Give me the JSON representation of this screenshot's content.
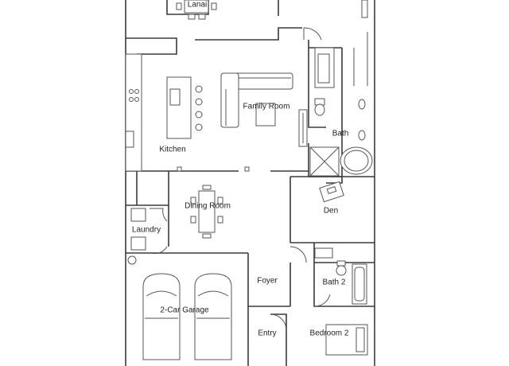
{
  "rooms": {
    "lanai": "Lanai",
    "family_room": "Family Room",
    "kitchen": "Kitchen",
    "bath": "Bath",
    "dining_room": "Dining Room",
    "den": "Den",
    "laundry": "Laundry",
    "foyer": "Foyer",
    "bath_2": "Bath 2",
    "garage": "2-Car Garage",
    "entry": "Entry",
    "bedroom_2": "Bedroom 2"
  },
  "colors": {
    "line": "#3a3a3a",
    "background": "#ffffff"
  }
}
